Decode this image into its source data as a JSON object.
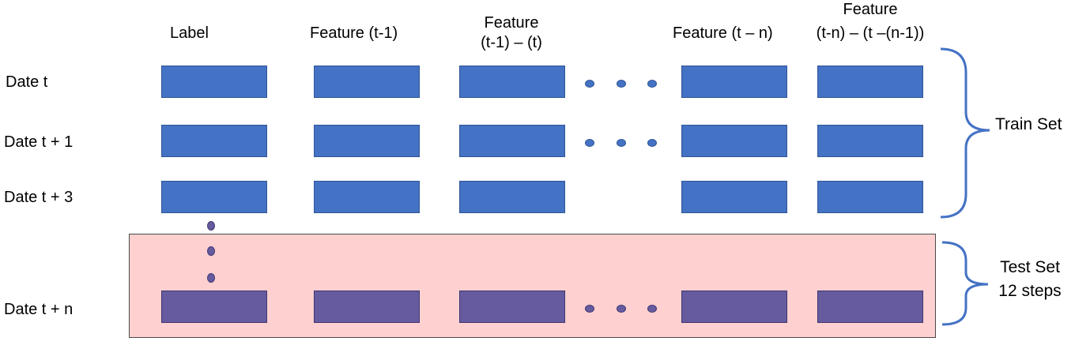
{
  "headers": {
    "label": "Label",
    "feature_t1": "Feature (t-1)",
    "feature_diff1_line1": "Feature",
    "feature_diff1_line2": "(t-1) – (t)",
    "feature_tn": "Feature (t – n)",
    "feature_diffn_line1": "Feature",
    "feature_diffn_line2": "(t-n) – (t –(n-1))"
  },
  "rows": {
    "date_t": "Date t",
    "date_t1": "Date t + 1",
    "date_t3": "Date t + 3",
    "date_tn": "Date t + n"
  },
  "braces": {
    "train": "Train Set",
    "test_line1": "Test Set",
    "test_line2": "12 steps"
  },
  "colors": {
    "train_cell": "#4472c4",
    "test_cell": "#675ba0",
    "test_region": "#ffd0d0",
    "brace": "#4472c4"
  }
}
